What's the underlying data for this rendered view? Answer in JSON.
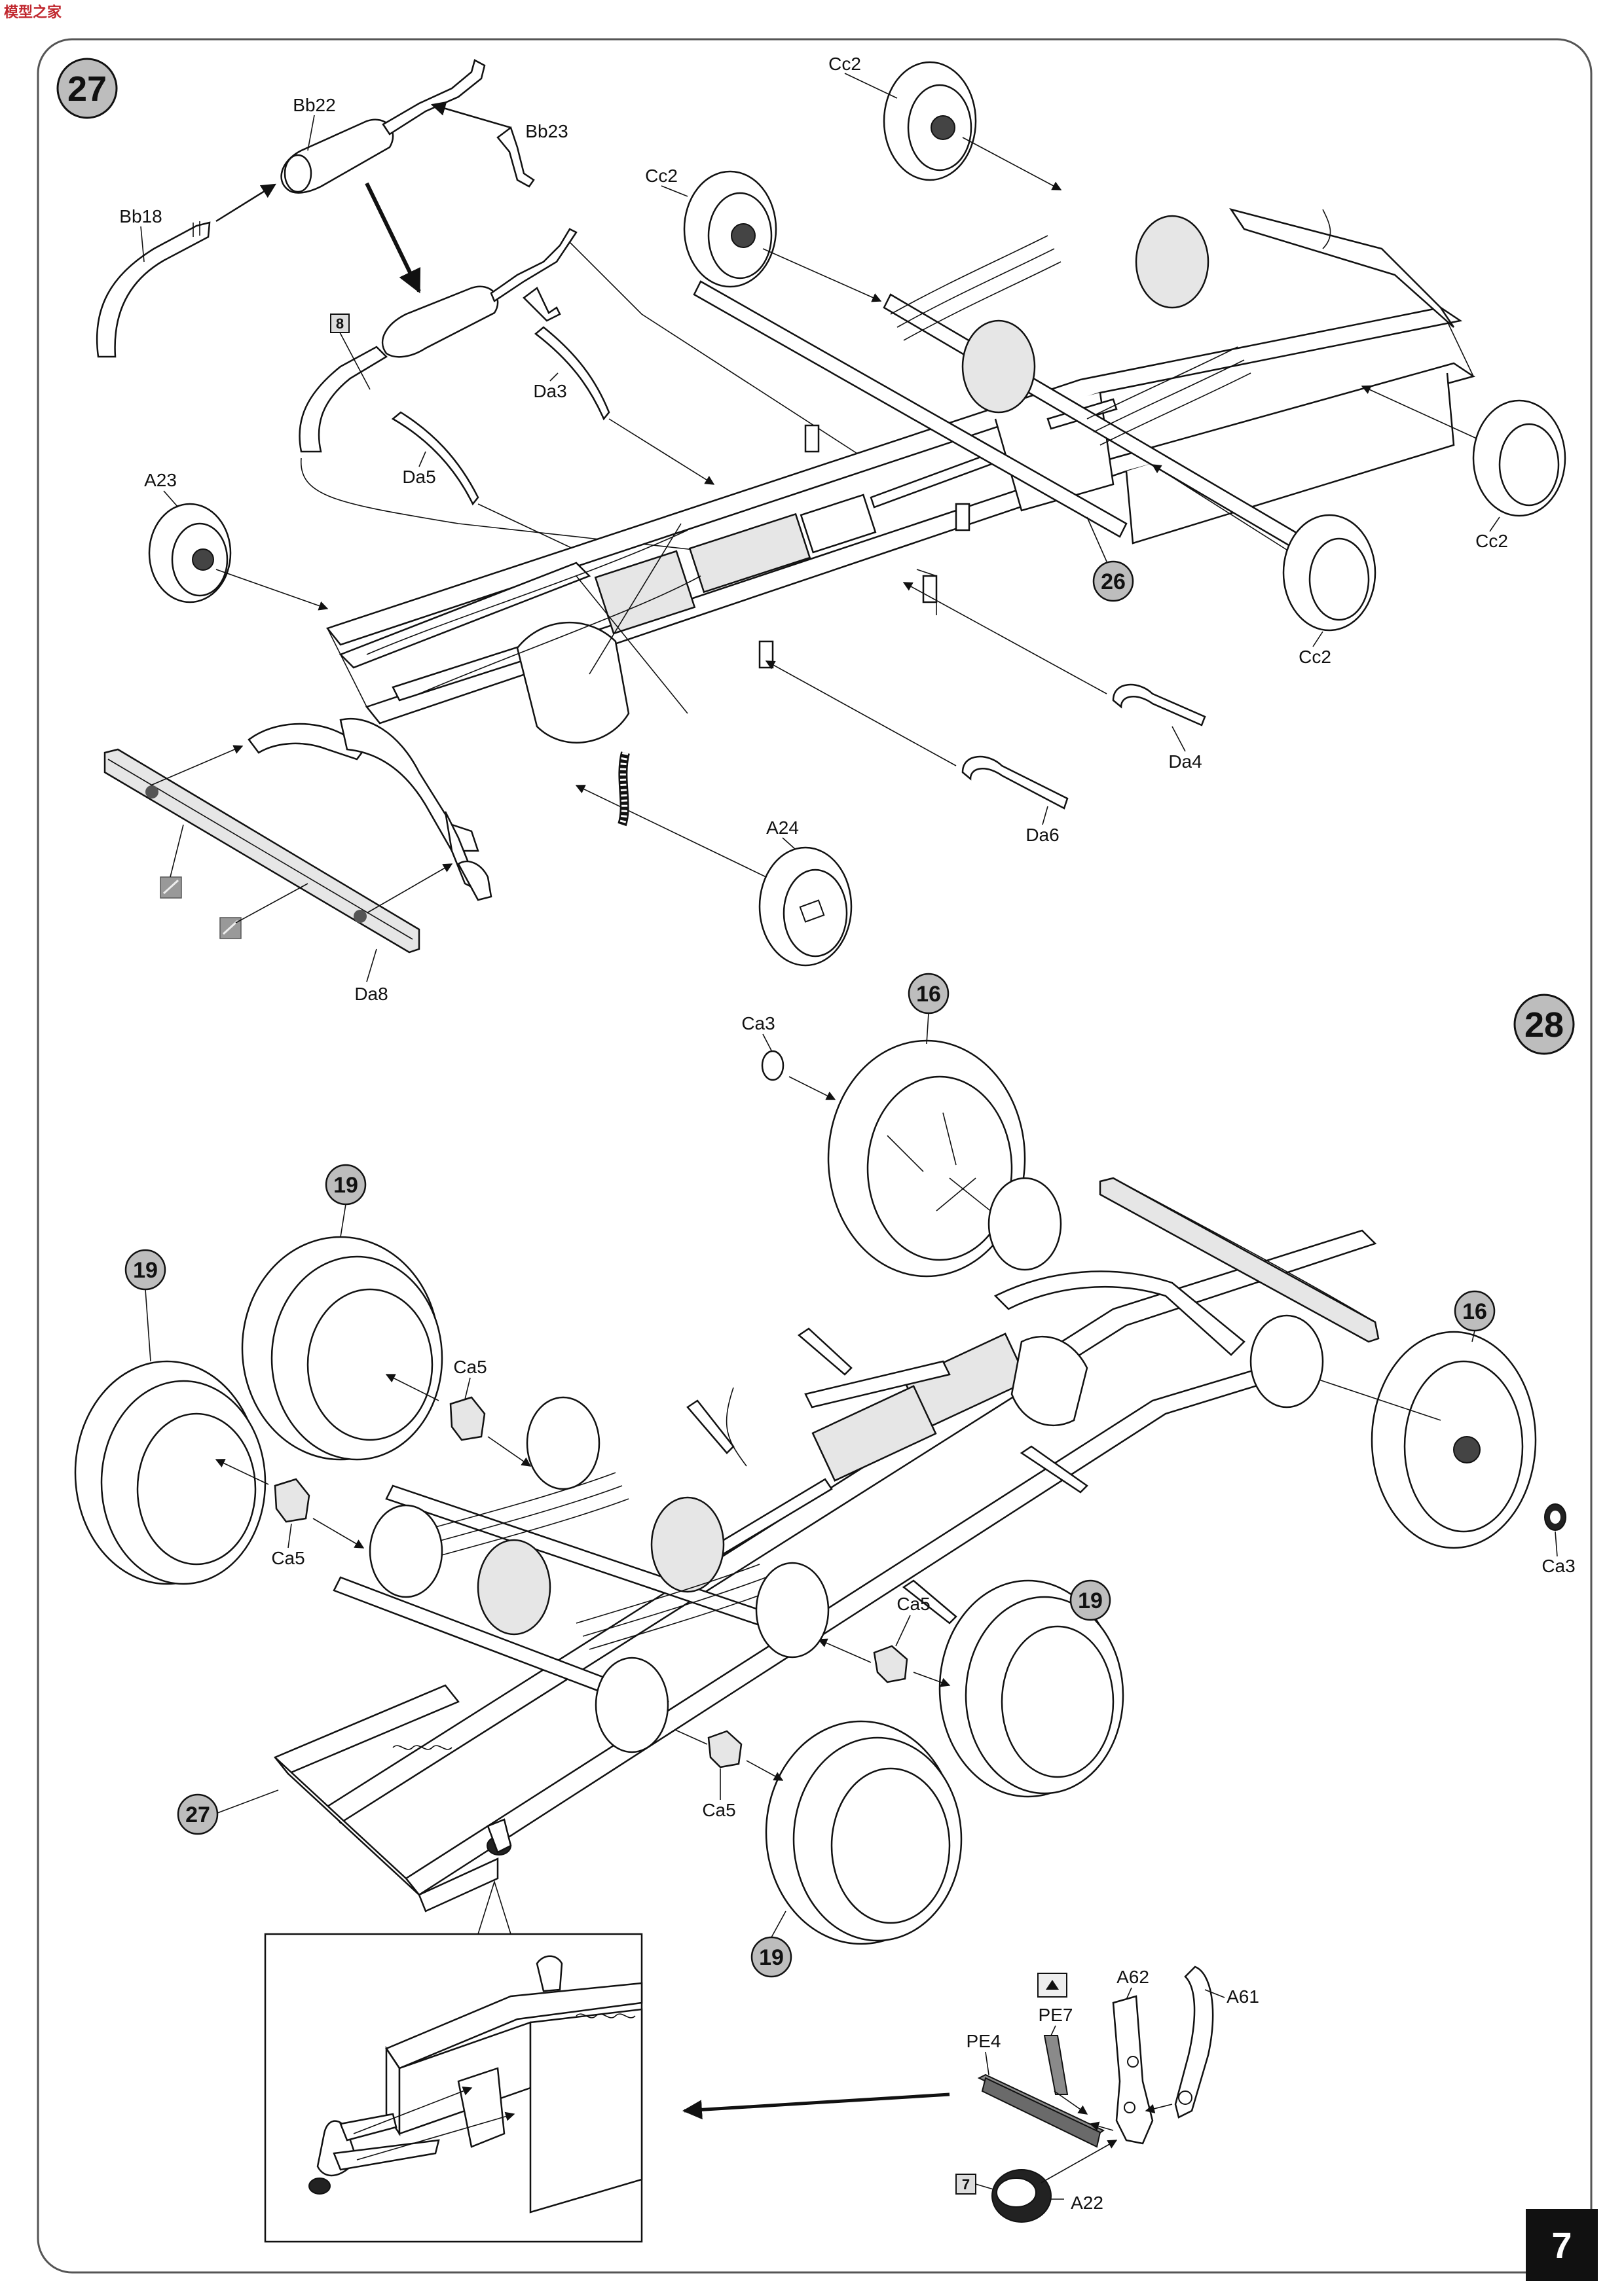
{
  "logo": {
    "text": "模型之家"
  },
  "page": {
    "number": "7"
  },
  "steps": [
    {
      "number": "27"
    },
    {
      "number": "28"
    }
  ],
  "step27": {
    "labels": {
      "bb18": "Bb18",
      "bb22": "Bb22",
      "bb23": "Bb23",
      "cc2_top": "Cc2",
      "cc2_left": "Cc2",
      "cc2_right": "Cc2",
      "cc2_bottom": "Cc2",
      "da3": "Da3",
      "da5": "Da5",
      "a23": "A23",
      "da4": "Da4",
      "da6": "Da6",
      "a24": "A24",
      "da8": "Da8"
    },
    "refs": {
      "ref26": "26",
      "square8": "8"
    }
  },
  "step28": {
    "labels": {
      "ca3_top": "Ca3",
      "ca3_right": "Ca3",
      "ca5_a": "Ca5",
      "ca5_b": "Ca5",
      "ca5_c": "Ca5",
      "ca5_d": "Ca5",
      "pe4": "PE4",
      "pe7": "PE7",
      "a62": "A62",
      "a61": "A61",
      "a22": "A22"
    },
    "refs": {
      "r16_top": "16",
      "r16_right": "16",
      "r19_a": "19",
      "r19_b": "19",
      "r19_c": "19",
      "r19_d": "19",
      "r27": "27",
      "square7": "7"
    }
  }
}
